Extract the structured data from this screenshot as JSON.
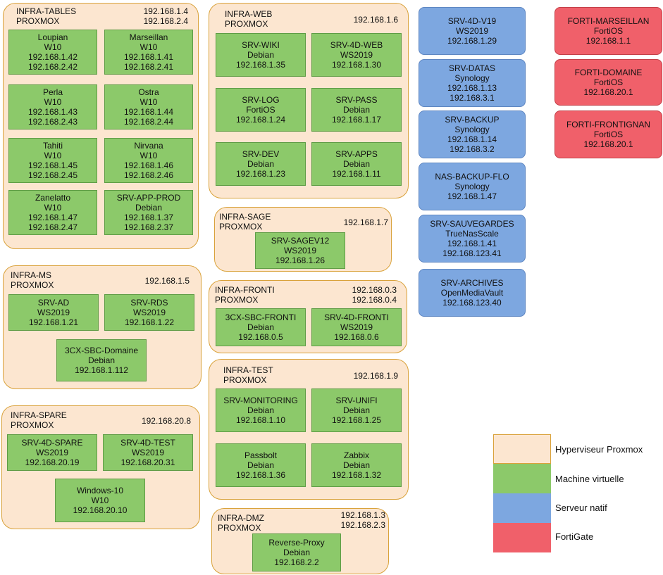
{
  "hosts": {
    "tables": {
      "title": "INFRA-TABLES\nPROXMOX",
      "ip": "192.168.1.4\n192.168.2.4",
      "vms": [
        [
          "Loupian",
          "W10",
          "192.168.1.42",
          "192.168.2.42"
        ],
        [
          "Marseillan",
          "W10",
          "192.168.1.41",
          "192.168.2.41"
        ],
        [
          "Perla",
          "W10",
          "192.168.1.43",
          "192.168.2.43"
        ],
        [
          "Ostra",
          "W10",
          "192.168.1.44",
          "192.168.2.44"
        ],
        [
          "Tahiti",
          "W10",
          "192.168.1.45",
          "192.168.2.45"
        ],
        [
          "Nirvana",
          "W10",
          "192.168.1.46",
          "192.168.2.46"
        ],
        [
          "Zanelatto",
          "W10",
          "192.168.1.47",
          "192.168.2.47"
        ],
        [
          "SRV-APP-PROD",
          "Debian",
          "192.168.1.37",
          "192.168.2.37"
        ]
      ]
    },
    "web": {
      "title": "INFRA-WEB\nPROXMOX",
      "ip": "192.168.1.6",
      "vms": [
        [
          "SRV-WIKI",
          "Debian",
          "192.168.1.35"
        ],
        [
          "SRV-4D-WEB",
          "WS2019",
          "192.168.1.30"
        ],
        [
          "SRV-LOG",
          "FortiOS",
          "192.168.1.24"
        ],
        [
          "SRV-PASS",
          "Debian",
          "192.168.1.17"
        ],
        [
          "SRV-DEV",
          "Debian",
          "192.168.1.23"
        ],
        [
          "SRV-APPS",
          "Debian",
          "192.168.1.11"
        ]
      ]
    },
    "sage": {
      "title": "INFRA-SAGE\nPROXMOX",
      "ip": "192.168.1.7",
      "vms": [
        [
          "SRV-SAGEV12",
          "WS2019",
          "192.168.1.26"
        ]
      ]
    },
    "fronti": {
      "title": "INFRA-FRONTI\nPROXMOX",
      "ip": "192.168.0.3\n192.168.0.4",
      "vms": [
        [
          "3CX-SBC-FRONTI",
          "Debian",
          "192.168.0.5"
        ],
        [
          "SRV-4D-FRONTI",
          "WS2019",
          "192.168.0.6"
        ]
      ]
    },
    "test": {
      "title": "INFRA-TEST\nPROXMOX",
      "ip": "192.168.1.9",
      "vms": [
        [
          "SRV-MONITORING",
          "Debian",
          "192.168.1.10"
        ],
        [
          "SRV-UNIFI",
          "Debian",
          "192.168.1.25"
        ],
        [
          "Passbolt",
          "Debian",
          "192.168.1.36"
        ],
        [
          "Zabbix",
          "Debian",
          "192.168.1.32"
        ]
      ]
    },
    "dmz": {
      "title": "INFRA-DMZ\nPROXMOX",
      "ip": "192.168.1.3\n192.168.2.3",
      "vms": [
        [
          "Reverse-Proxy",
          "Debian",
          "192.168.2.2"
        ]
      ]
    },
    "ms": {
      "title": "INFRA-MS\nPROXMOX",
      "ip": "192.168.1.5",
      "vms": [
        [
          "SRV-AD",
          "WS2019",
          "192.168.1.21"
        ],
        [
          "SRV-RDS",
          "WS2019",
          "192.168.1.22"
        ],
        [
          "3CX-SBC-Domaine",
          "Debian",
          "192.168.1.112"
        ]
      ]
    },
    "spare": {
      "title": "INFRA-SPARE\nPROXMOX",
      "ip": "192.168.20.8",
      "vms": [
        [
          "SRV-4D-SPARE",
          "WS2019",
          "192.168.20.19"
        ],
        [
          "SRV-4D-TEST",
          "WS2019",
          "192.168.20.31"
        ],
        [
          "Windows-10",
          "W10",
          "192.168.20.10"
        ]
      ]
    }
  },
  "native": [
    [
      "SRV-4D-V19",
      "WS2019",
      "192.168.1.29"
    ],
    [
      "SRV-DATAS",
      "Synology",
      "192.168.1.13",
      "192.168.3.1"
    ],
    [
      "SRV-BACKUP",
      "Synology",
      "192.168.1.14",
      "192.168.3.2"
    ],
    [
      "NAS-BACKUP-FLO",
      "Synology",
      "192.168.1.47"
    ],
    [
      "SRV-SAUVEGARDES",
      "TrueNasScale",
      "192.168.1.41",
      "192.168.123.41"
    ],
    [
      "SRV-ARCHIVES",
      "OpenMediaVault",
      "192.168.123.40"
    ]
  ],
  "fortigate": [
    [
      "FORTI-MARSEILLAN",
      "FortiOS",
      "192.168.1.1"
    ],
    [
      "FORTI-DOMAINE",
      "FortiOS",
      "192.168.20.1"
    ],
    [
      "FORTI-FRONTIGNAN",
      "FortiOS",
      "192.168.20.1"
    ]
  ],
  "legend": [
    {
      "label": "Hyperviseur Proxmox",
      "color": "#fce6d0"
    },
    {
      "label": "Machine virtuelle",
      "color": "#8cc96a"
    },
    {
      "label": "Serveur natif",
      "color": "#7da7e0"
    },
    {
      "label": "FortiGate",
      "color": "#f0606a"
    }
  ]
}
